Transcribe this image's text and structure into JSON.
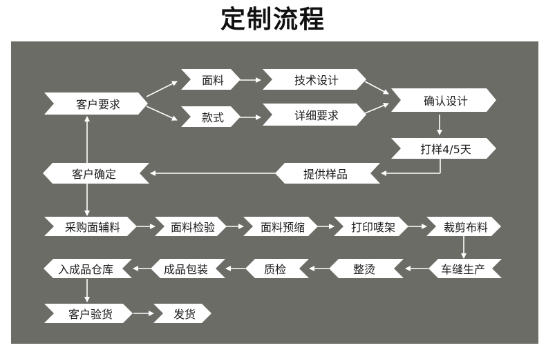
{
  "title": "定制流程",
  "colors": {
    "panel": "#6c6c66",
    "node": "#ffffff",
    "arrow": "#ffffff"
  },
  "nodes": {
    "customer_request": "客户要求",
    "fabric": "面料",
    "style": "款式",
    "tech_design": "技术设计",
    "detail_request": "详细要求",
    "confirm_design": "确认设计",
    "sample_days": "打样4/5天",
    "provide_sample": "提供样品",
    "customer_confirm": "客户确定",
    "purchase_materials": "采购面辅料",
    "fabric_inspection": "面料检验",
    "fabric_preshrink": "面料预缩",
    "print_mark": "打印唛架",
    "cutting": "裁剪布料",
    "sewing": "车缝生产",
    "ironing": "整烫",
    "quality_check": "质检",
    "finished_packing": "成品包装",
    "warehouse": "入成品仓库",
    "customer_inspection": "客户验货",
    "shipping": "发货"
  }
}
